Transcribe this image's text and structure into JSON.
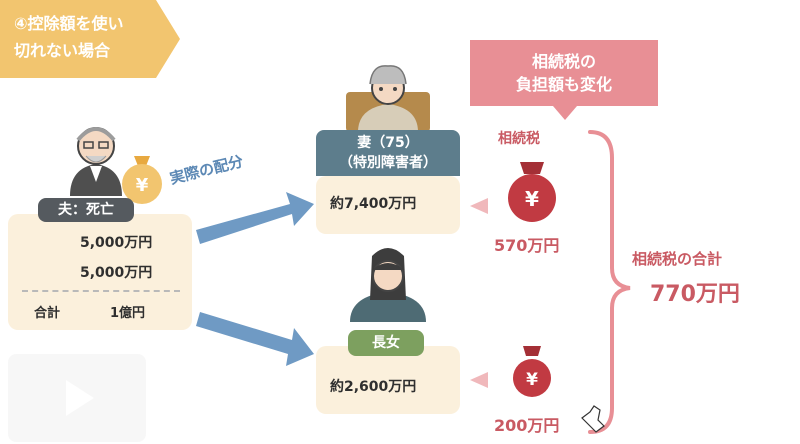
{
  "banner": {
    "line1": "④控除額を使い",
    "line2": "切れない場合"
  },
  "callout": {
    "line1": "相続税の",
    "line2": "負担額も変化"
  },
  "husband": {
    "label": "夫：死亡",
    "assets": [
      {
        "icon": "house-icon",
        "value": "5,000万円"
      },
      {
        "icon": "cash-icon",
        "value": "5,000万円"
      }
    ],
    "total_label": "合計",
    "total_value": "1億円"
  },
  "distribution_label": "実際の配分",
  "wife": {
    "label": "妻（75）",
    "sublabel": "（特別障害者）",
    "amount": "約7,400万円",
    "tax": "570万円"
  },
  "daughter": {
    "label": "長女",
    "amount": "約2,600万円",
    "tax": "200万円"
  },
  "tax_label": "相続税",
  "tax_total": {
    "title": "相続税の合計",
    "value": "770万円"
  },
  "colors": {
    "banner": "#f2c56f",
    "callout": "#e88f95",
    "accent_red": "#c95a63",
    "card_bg": "#fbf0dc",
    "arrow_blue": "#5d89b5",
    "wife_header": "#5d7d8c",
    "daughter_header": "#7da05f"
  }
}
